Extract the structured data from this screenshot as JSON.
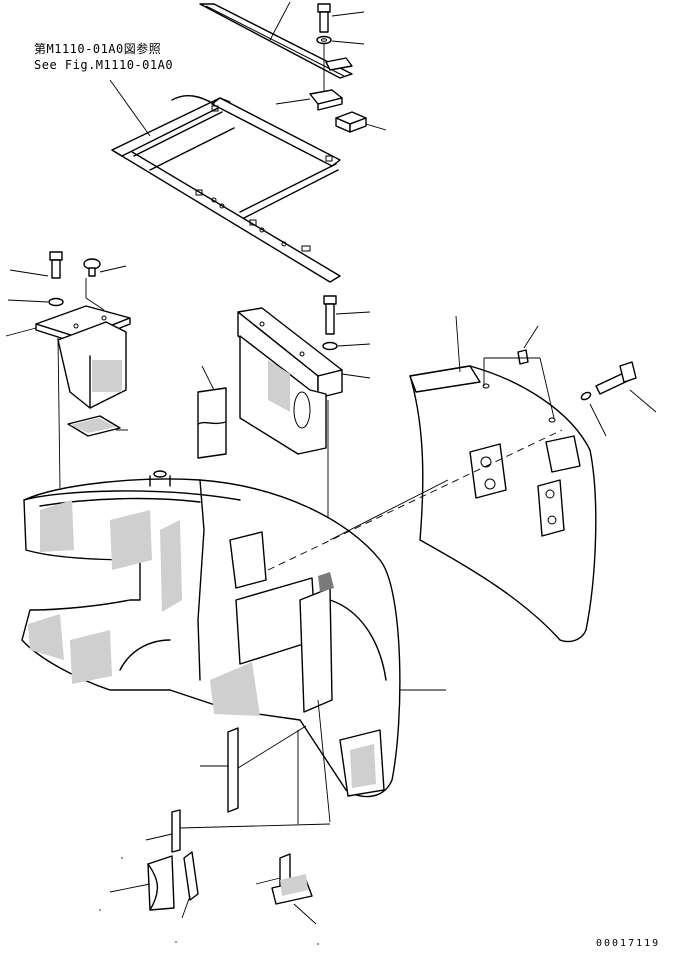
{
  "reference": {
    "japanese": "第M1110-01A0図参照",
    "english": "See Fig.M1110-01A0"
  },
  "drawing_number": "00017119",
  "parts": [
    {
      "icon": "tray-rail-icon"
    },
    {
      "icon": "bolt-icon"
    },
    {
      "icon": "washer-icon"
    },
    {
      "icon": "floor-frame-icon"
    },
    {
      "icon": "plate-icon"
    },
    {
      "icon": "block-icon"
    },
    {
      "icon": "bracket-icon"
    },
    {
      "icon": "plug-icon"
    },
    {
      "icon": "stay-icon"
    },
    {
      "icon": "counterweight-icon"
    },
    {
      "icon": "weight-cover-icon"
    },
    {
      "icon": "seal-icon"
    }
  ]
}
